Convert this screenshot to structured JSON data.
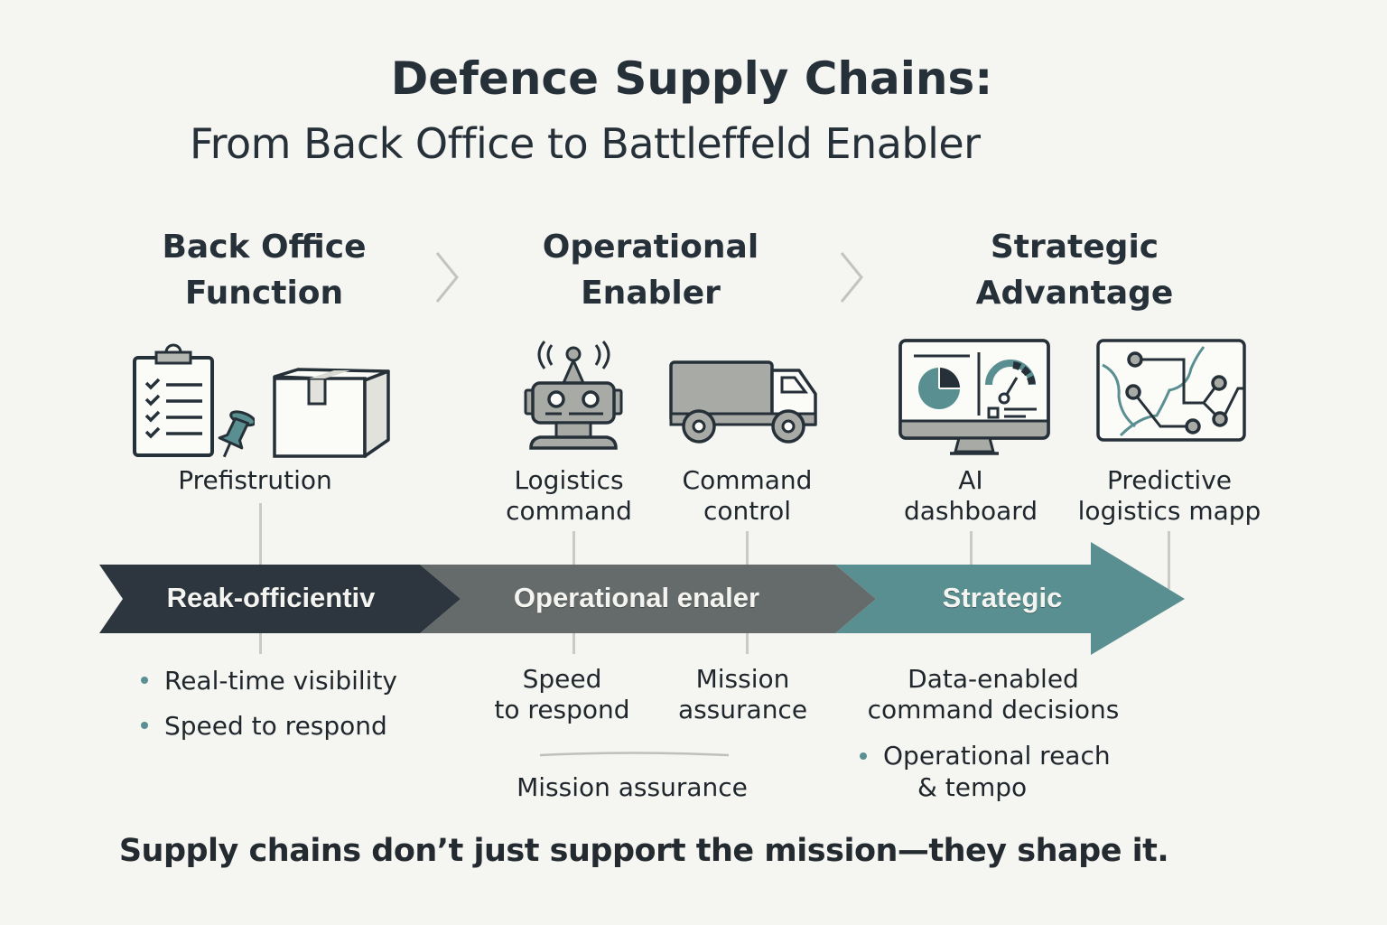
{
  "header": {
    "title": "Defence Supply Chains:",
    "subtitle": "From Back Office to Battleffeld Enabler"
  },
  "phases": [
    {
      "heading_line1": "Back Office",
      "heading_line2": "Function",
      "icons": [
        "clipboard-checklist-icon",
        "pushpin-icon",
        "box-icon"
      ],
      "labels": [
        {
          "line1": "Prefistrution",
          "line2": ""
        }
      ],
      "band_label": "Reak-officientiv",
      "band_color": "#2d363e",
      "outcomes": [
        "Real-time visibility",
        "Speed to respond"
      ]
    },
    {
      "heading_line1": "Operational",
      "heading_line2": "Enabler",
      "icons": [
        "robot-antenna-icon",
        "truck-icon"
      ],
      "labels": [
        {
          "line1": "Logistics",
          "line2": "command"
        },
        {
          "line1": "Command",
          "line2": "control"
        }
      ],
      "band_label": "Operational enaler",
      "band_color": "#656b6b",
      "outcomes": [
        {
          "line1": "Speed",
          "line2": "to respond"
        },
        {
          "line1": "Mission",
          "line2": "assurance"
        }
      ],
      "footer_outcome": "Mission assurance"
    },
    {
      "heading_line1": "Strategic",
      "heading_line2": "Advantage",
      "icons": [
        "ai-dashboard-monitor-icon",
        "predictive-map-icon"
      ],
      "labels": [
        {
          "line1": "AI",
          "line2": "dashboard"
        },
        {
          "line1": "Predictive",
          "line2": "logistics mapp"
        }
      ],
      "band_label": "Strategic",
      "band_color": "#5a8f91",
      "outcomes": [
        {
          "line1": "Data-enabled",
          "line2": "command decisions"
        }
      ],
      "bullet_outcome": {
        "line1": "Operational reach",
        "line2": "& tempo"
      }
    }
  ],
  "connectors": {
    "chevron_glyph": "›"
  },
  "colors": {
    "background": "#f5f5f1",
    "text": "#263038",
    "accent_teal": "#5a8f91",
    "dark_band": "#2d363e",
    "gray_band": "#656b6b",
    "icon_gray": "#a8aaa5"
  },
  "tagline": "Supply chains don’t just support the mission—they shape it."
}
